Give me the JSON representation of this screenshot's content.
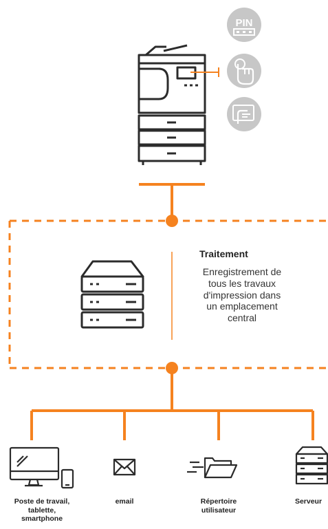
{
  "colors": {
    "accent": "#f5821f",
    "icon_dark": "#2b2b2b",
    "icon_light": "#c7c7c7"
  },
  "auth_methods": [
    "pin-icon",
    "touch-icon",
    "card-reader-icon"
  ],
  "auth_text": {
    "pin": "PIN"
  },
  "processing": {
    "title": "Traitement",
    "description_lines": [
      "Enregistrement de",
      "tous les travaux",
      "d'impression dans",
      "un emplacement",
      "central"
    ]
  },
  "sources": [
    {
      "icon": "workstation-icon",
      "label_lines": [
        "Poste de travail,",
        "tablette,",
        "smartphone"
      ]
    },
    {
      "icon": "envelope-icon",
      "label_lines": [
        "email"
      ]
    },
    {
      "icon": "folder-icon",
      "label_lines": [
        "Répertoire",
        "utilisateur"
      ]
    },
    {
      "icon": "server-icon",
      "label_lines": [
        "Serveur"
      ]
    }
  ]
}
